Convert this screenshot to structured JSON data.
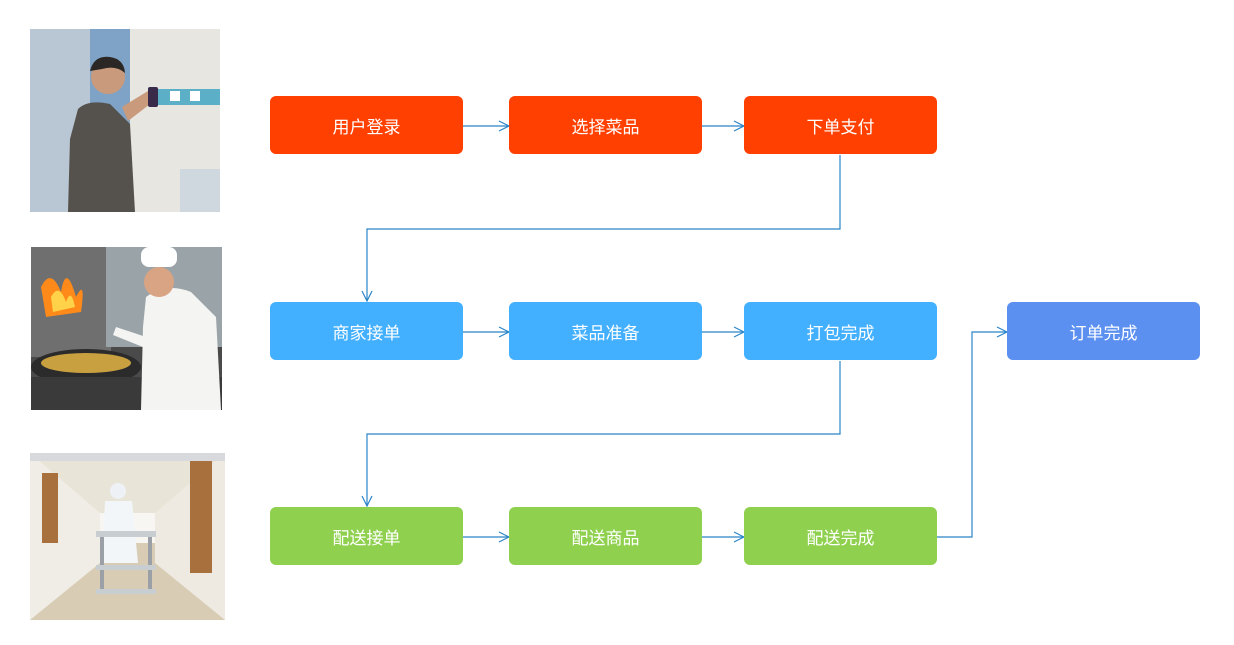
{
  "photos": [
    {
      "name": "patient-ordering-photo",
      "depicts": "man in hospital ward holding phone"
    },
    {
      "name": "chef-cooking-photo",
      "depicts": "chef cooking at flaming wok"
    },
    {
      "name": "delivery-worker-photo",
      "depicts": "worker in protective suit pushing cart in hospital corridor"
    }
  ],
  "colors": {
    "row_user": "#ff4000",
    "row_merchant": "#42afff",
    "row_delivery": "#8fd14f",
    "order_complete": "#5b8ff0",
    "connector": "#2a85c8"
  },
  "flow": {
    "user_row": {
      "login": "用户登录",
      "select_dishes": "选择菜品",
      "place_order_pay": "下单支付"
    },
    "merchant_row": {
      "accept_order": "商家接单",
      "prepare_dishes": "菜品准备",
      "packing_complete": "打包完成"
    },
    "delivery_row": {
      "accept_delivery": "配送接单",
      "deliver_goods": "配送商品",
      "delivery_complete": "配送完成"
    },
    "order_complete": "订单完成"
  }
}
